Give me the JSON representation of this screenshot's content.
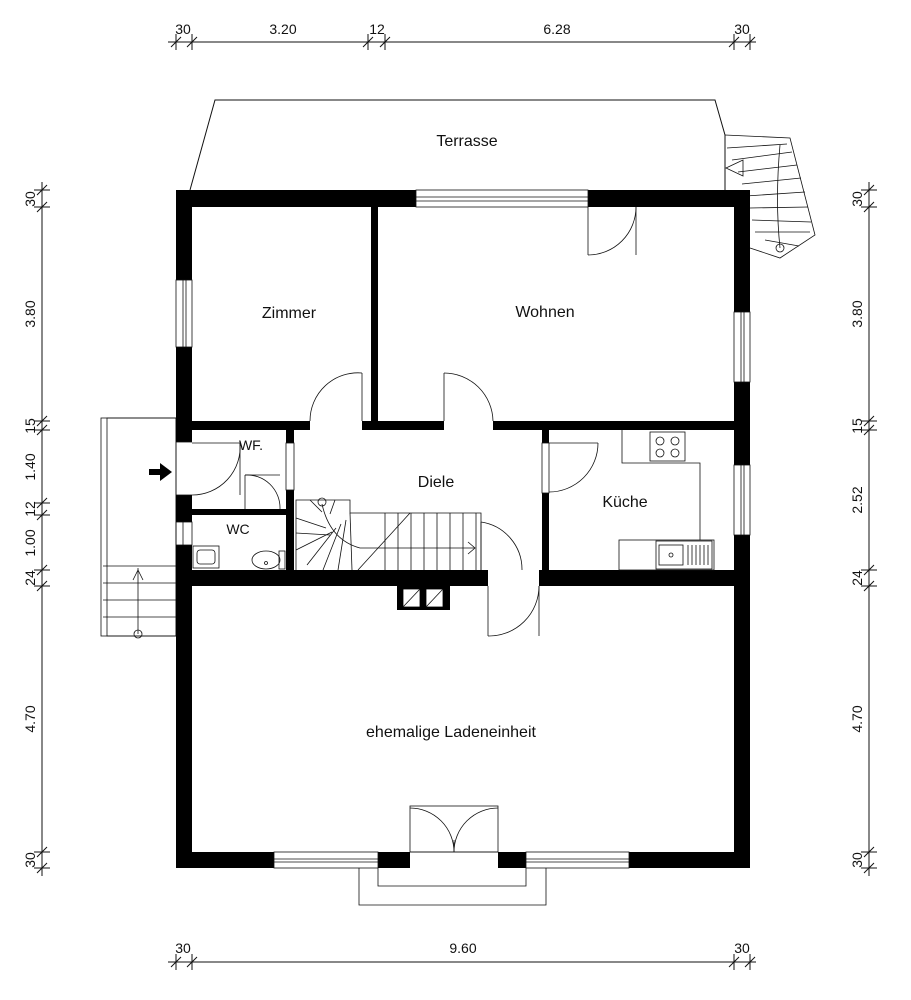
{
  "rooms": {
    "terrace": "Terrasse",
    "room": "Zimmer",
    "living": "Wohnen",
    "hallway": "Diele",
    "kitchen": "Küche",
    "storage": "WF.",
    "toilet": "WC",
    "shop": "ehemalige Ladeneinheit"
  },
  "dimensions": {
    "top": [
      "30",
      "3.20",
      "12",
      "6.28",
      "30"
    ],
    "bottom": [
      "30",
      "9.60",
      "30"
    ],
    "left": [
      "30",
      "3.80",
      "15",
      "1.40",
      "12",
      "1.00",
      "24",
      "4.70",
      "30"
    ],
    "right": [
      "30",
      "3.80",
      "15",
      "2.52",
      "24",
      "4.70",
      "30"
    ]
  },
  "icons": {
    "entrance": "entrance-arrow-icon",
    "stairs": "staircase-icon",
    "stove": "stove-icon",
    "sink": "kitchen-sink-icon",
    "toilet": "toilet-icon",
    "washbasin": "washbasin-icon",
    "chimney": "chimney-icon"
  },
  "colors": {
    "walls": "#000000",
    "lines": "#111111",
    "background": "#ffffff"
  }
}
